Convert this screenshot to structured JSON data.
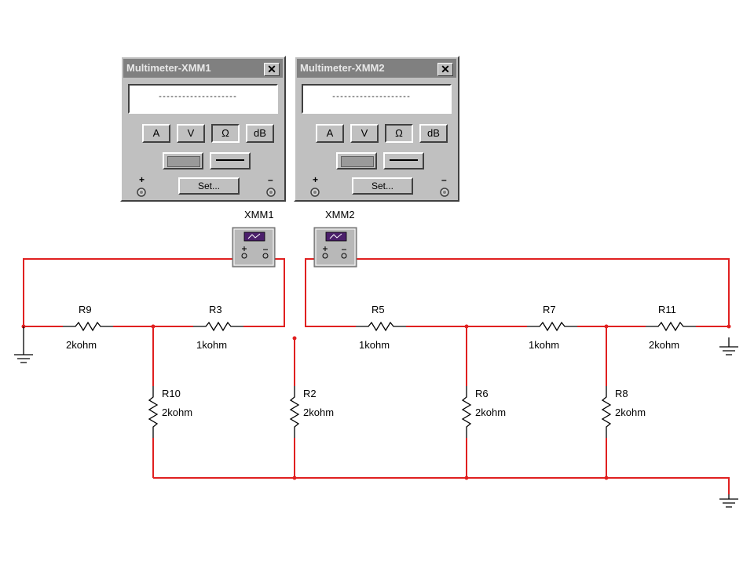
{
  "multimeters": [
    {
      "title": "Multimeter-XMM1",
      "close": "✕",
      "reading": "--------------------",
      "buttons": [
        "A",
        "V",
        "Ω",
        "dB"
      ],
      "active_button": "Ω",
      "set_label": "Set...",
      "plus": "+",
      "minus": "–"
    },
    {
      "title": "Multimeter-XMM2",
      "close": "✕",
      "reading": "--------------------",
      "buttons": [
        "A",
        "V",
        "Ω",
        "dB"
      ],
      "active_button": "Ω",
      "set_label": "Set...",
      "plus": "+",
      "minus": "–"
    }
  ],
  "instruments": [
    {
      "name": "XMM1"
    },
    {
      "name": "XMM2"
    }
  ],
  "resistors": [
    {
      "ref": "R9",
      "value": "2kohm"
    },
    {
      "ref": "R3",
      "value": "1kohm"
    },
    {
      "ref": "R5",
      "value": "1kohm"
    },
    {
      "ref": "R7",
      "value": "1kohm"
    },
    {
      "ref": "R11",
      "value": "2kohm"
    },
    {
      "ref": "R10",
      "value": "2kohm"
    },
    {
      "ref": "R2",
      "value": "2kohm"
    },
    {
      "ref": "R6",
      "value": "2kohm"
    },
    {
      "ref": "R8",
      "value": "2kohm"
    }
  ],
  "colors": {
    "wire": "#e02020",
    "component": "#000000",
    "panel": "#c0c0c0",
    "titlebar": "#808080",
    "instrument_screen": "#4b1f6b"
  }
}
